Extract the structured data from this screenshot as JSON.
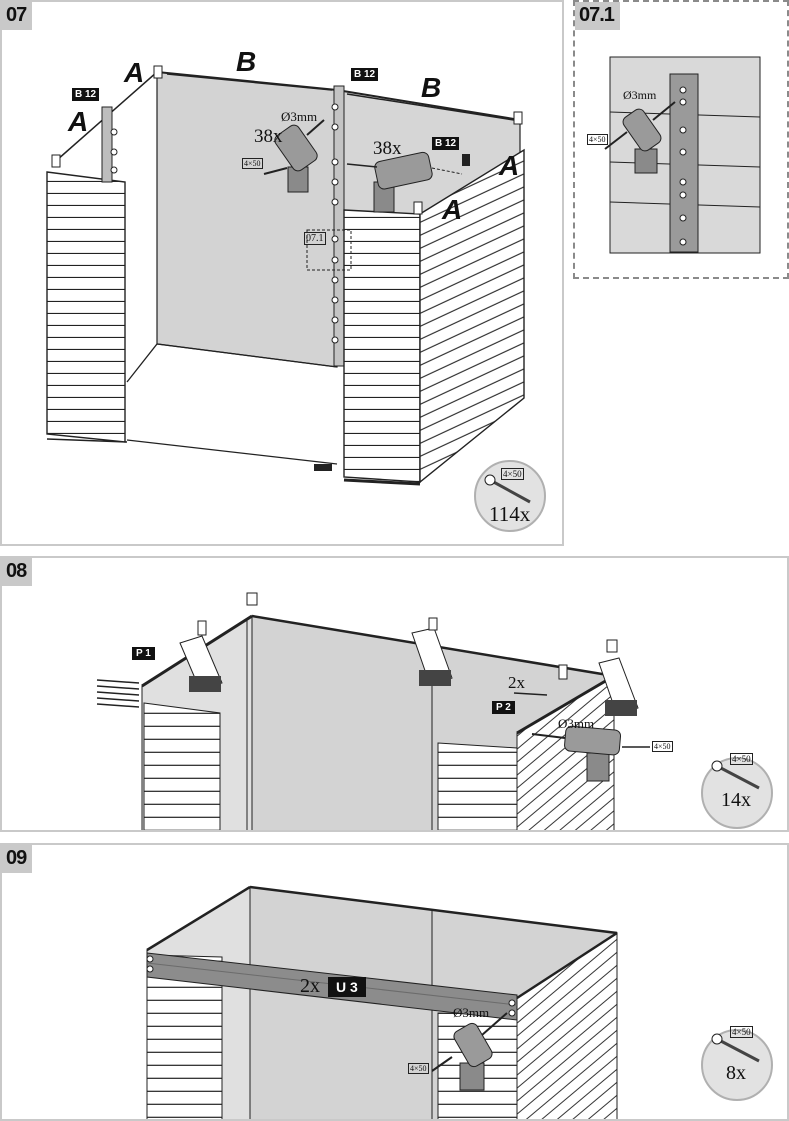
{
  "steps": {
    "s07": {
      "number": "07",
      "labels": {
        "a": "A",
        "b": "B",
        "b12": "B 12",
        "drill": "Ø3mm",
        "qty_left": "38x",
        "qty_right": "38x",
        "screw": "4×50",
        "detail_ref": "07.1"
      },
      "badge": {
        "size": "4×50",
        "qty": "114x"
      }
    },
    "s07_1": {
      "number": "07.1",
      "labels": {
        "drill": "Ø3mm",
        "screw": "4×50"
      }
    },
    "s08": {
      "number": "08",
      "labels": {
        "p1": "P 1",
        "p2": "P 2",
        "qty": "2x",
        "drill": "Ø3mm",
        "screw": "4×50"
      },
      "badge": {
        "size": "4×50",
        "qty": "14x"
      }
    },
    "s09": {
      "number": "09",
      "labels": {
        "qty": "2x",
        "part": "U 3",
        "drill": "Ø3mm",
        "screw": "4×50"
      },
      "badge": {
        "size": "4×50",
        "qty": "8x"
      }
    }
  }
}
